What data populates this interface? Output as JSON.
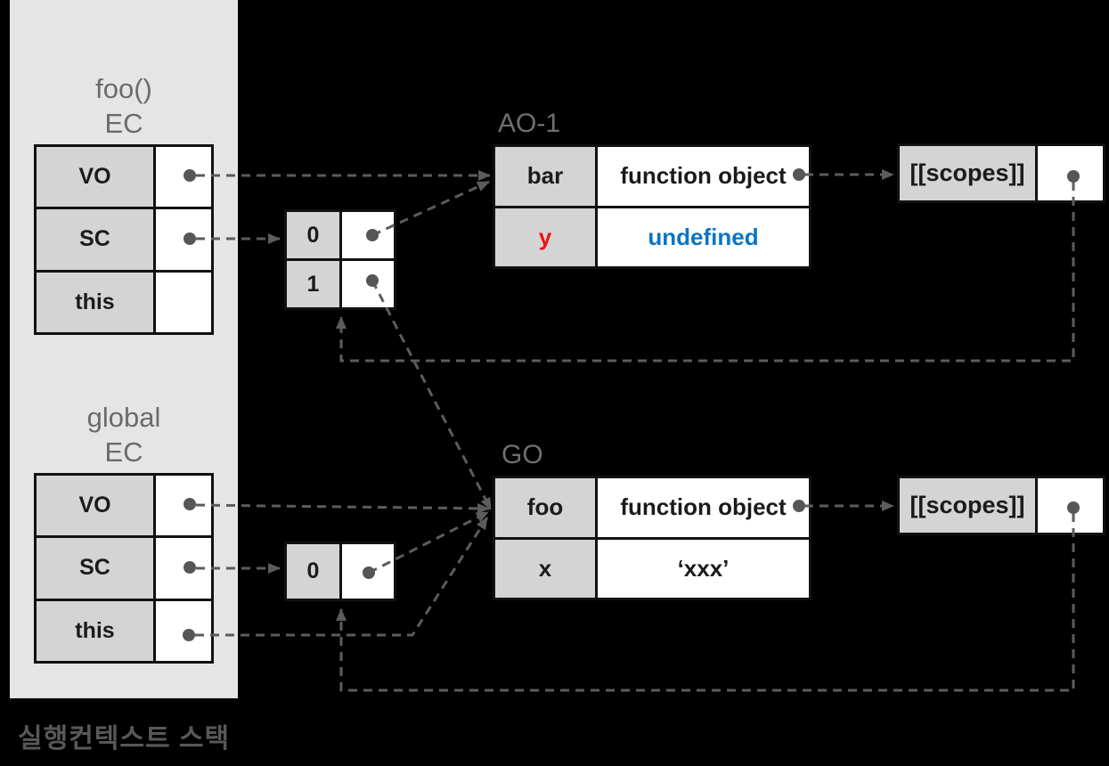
{
  "colors": {
    "background": "#000000",
    "panel": "#e5e5e5",
    "cell_gray": "#d4d4d4",
    "cell_white": "#ffffff",
    "border": "#111111",
    "title_gray": "#6b6b6b",
    "caption_gray": "#58585a",
    "arrow_gray": "#5c5c5c",
    "key_red": "#ee1111",
    "value_blue": "#0b74c5",
    "table_text": "#1b1b1b"
  },
  "stack": {
    "caption": "실행컨텍스트 스택",
    "foo_ec": {
      "title_line1": "foo()",
      "title_line2": "EC",
      "rows": [
        {
          "label": "VO"
        },
        {
          "label": "SC"
        },
        {
          "label": "this"
        }
      ]
    },
    "global_ec": {
      "title_line1": "global",
      "title_line2": "EC",
      "rows": [
        {
          "label": "VO"
        },
        {
          "label": "SC"
        },
        {
          "label": "this"
        }
      ]
    }
  },
  "scope_chain_foo": {
    "items": [
      {
        "index": "0"
      },
      {
        "index": "1"
      }
    ]
  },
  "scope_chain_global": {
    "items": [
      {
        "index": "0"
      }
    ]
  },
  "ao1": {
    "title": "AO-1",
    "rows": [
      {
        "key": "bar",
        "value": "function object"
      },
      {
        "key": "y",
        "value": "undefined"
      }
    ]
  },
  "go": {
    "title": "GO",
    "rows": [
      {
        "key": "foo",
        "value": "function object"
      },
      {
        "key": "x",
        "value": "‘xxx’"
      }
    ]
  },
  "scopes_ao1": {
    "label": "[[scopes]]"
  },
  "scopes_go": {
    "label": "[[scopes]]"
  }
}
